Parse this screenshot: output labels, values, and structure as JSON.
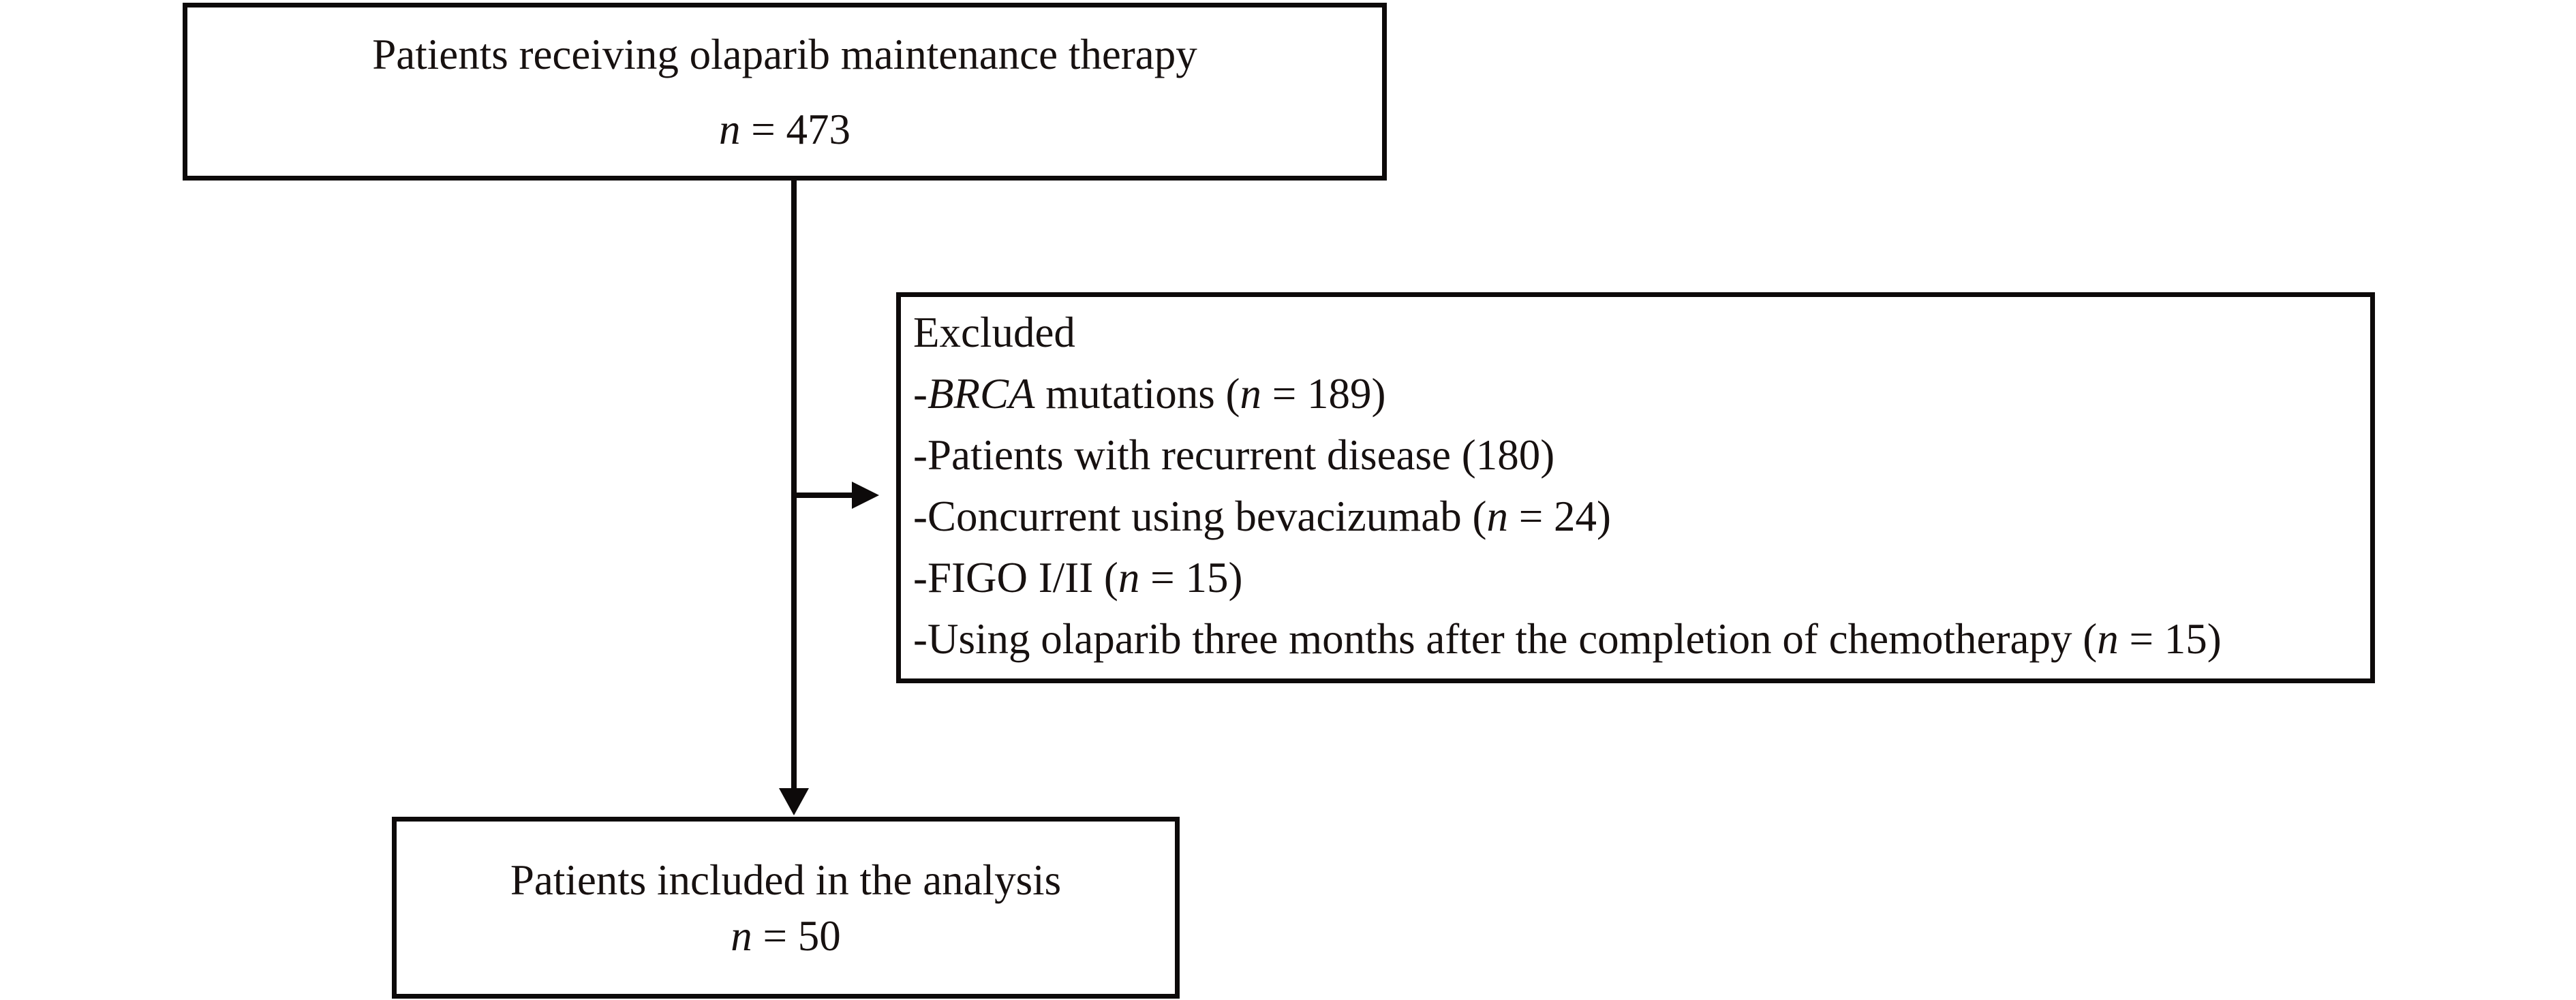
{
  "ink_color": "#0d0a0a",
  "background_color": "#ffffff",
  "top_box": {
    "title": "Patients receiving olaparib maintenance therapy",
    "count_var": "n",
    "count_rest": " = 473"
  },
  "excluded_box": {
    "title": "Excluded",
    "items": [
      {
        "pre": "-",
        "em1": "BRCA",
        "mid": " mutations (",
        "var": "n",
        "post": " = 189)"
      },
      {
        "pre": "-Patients with recurrent disease (180)"
      },
      {
        "pre": "-Concurrent using bevacizumab (",
        "var": "n",
        "post": " = 24)"
      },
      {
        "pre": "-FIGO I/II (",
        "var": "n",
        "post": " = 15)"
      },
      {
        "pre": "-Using olaparib three months after the completion of chemotherapy (",
        "var": "n",
        "post": " = 15)"
      }
    ]
  },
  "bottom_box": {
    "title": "Patients included in the analysis",
    "count_var": "n",
    "count_rest": " = 50"
  }
}
